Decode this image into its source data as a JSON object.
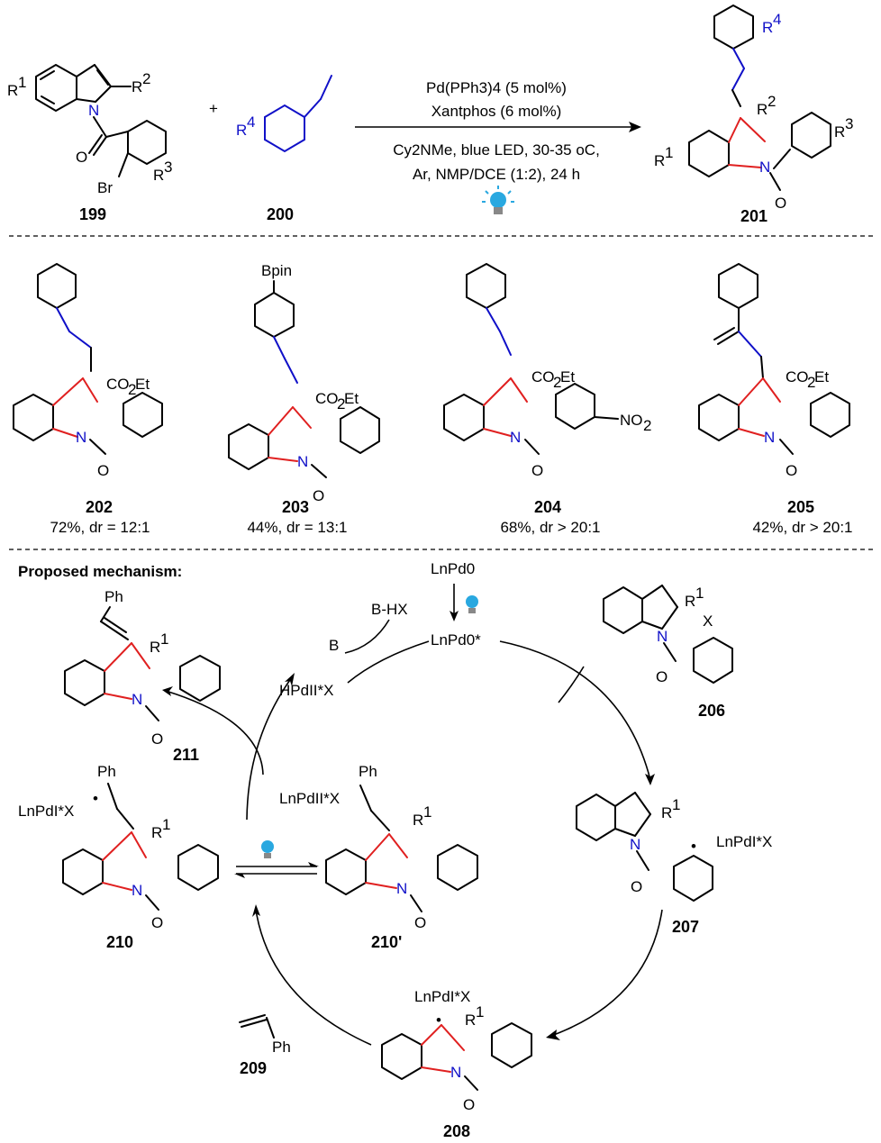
{
  "reaction": {
    "conditions": [
      "Pd(PPh3)4 (5 mol%)",
      "Xantphos (6 mol%)",
      "Cy2NMe, blue LED, 30-35 oC,",
      "Ar, NMP/DCE (1:2), 24 h"
    ],
    "plus": "+",
    "reactant1_label": "199",
    "reactant2_label": "200",
    "product_label": "201"
  },
  "examples": [
    {
      "label": "202",
      "yield": "72%, dr = 12:1"
    },
    {
      "label": "203",
      "yield": "44%, dr = 13:1"
    },
    {
      "label": "204",
      "yield": "68%, dr > 20:1"
    },
    {
      "label": "205",
      "yield": "42%, dr > 20:1"
    }
  ],
  "substituents": {
    "ester": "CO2Et",
    "bpin": "Bpin",
    "nitro": "NO2",
    "ph": "Ph"
  },
  "mechanism": {
    "title": "Proposed mechanism:",
    "pd0": "LnPd0",
    "pd0_excited": "LnPd0*",
    "base": "B",
    "base_salt": "B-HX",
    "hydride": "HPdII*X",
    "pd1x": "LnPdI*X",
    "pd2x": "LnPdII*X",
    "labels": {
      "c206": "206",
      "c207": "207",
      "c208": "208",
      "c209": "209",
      "c210": "210",
      "c210p": "210'",
      "c211": "211"
    }
  },
  "colors": {
    "accent_blue": "#1010c8",
    "accent_red": "#e02020",
    "bulb": "#29a8e0"
  }
}
